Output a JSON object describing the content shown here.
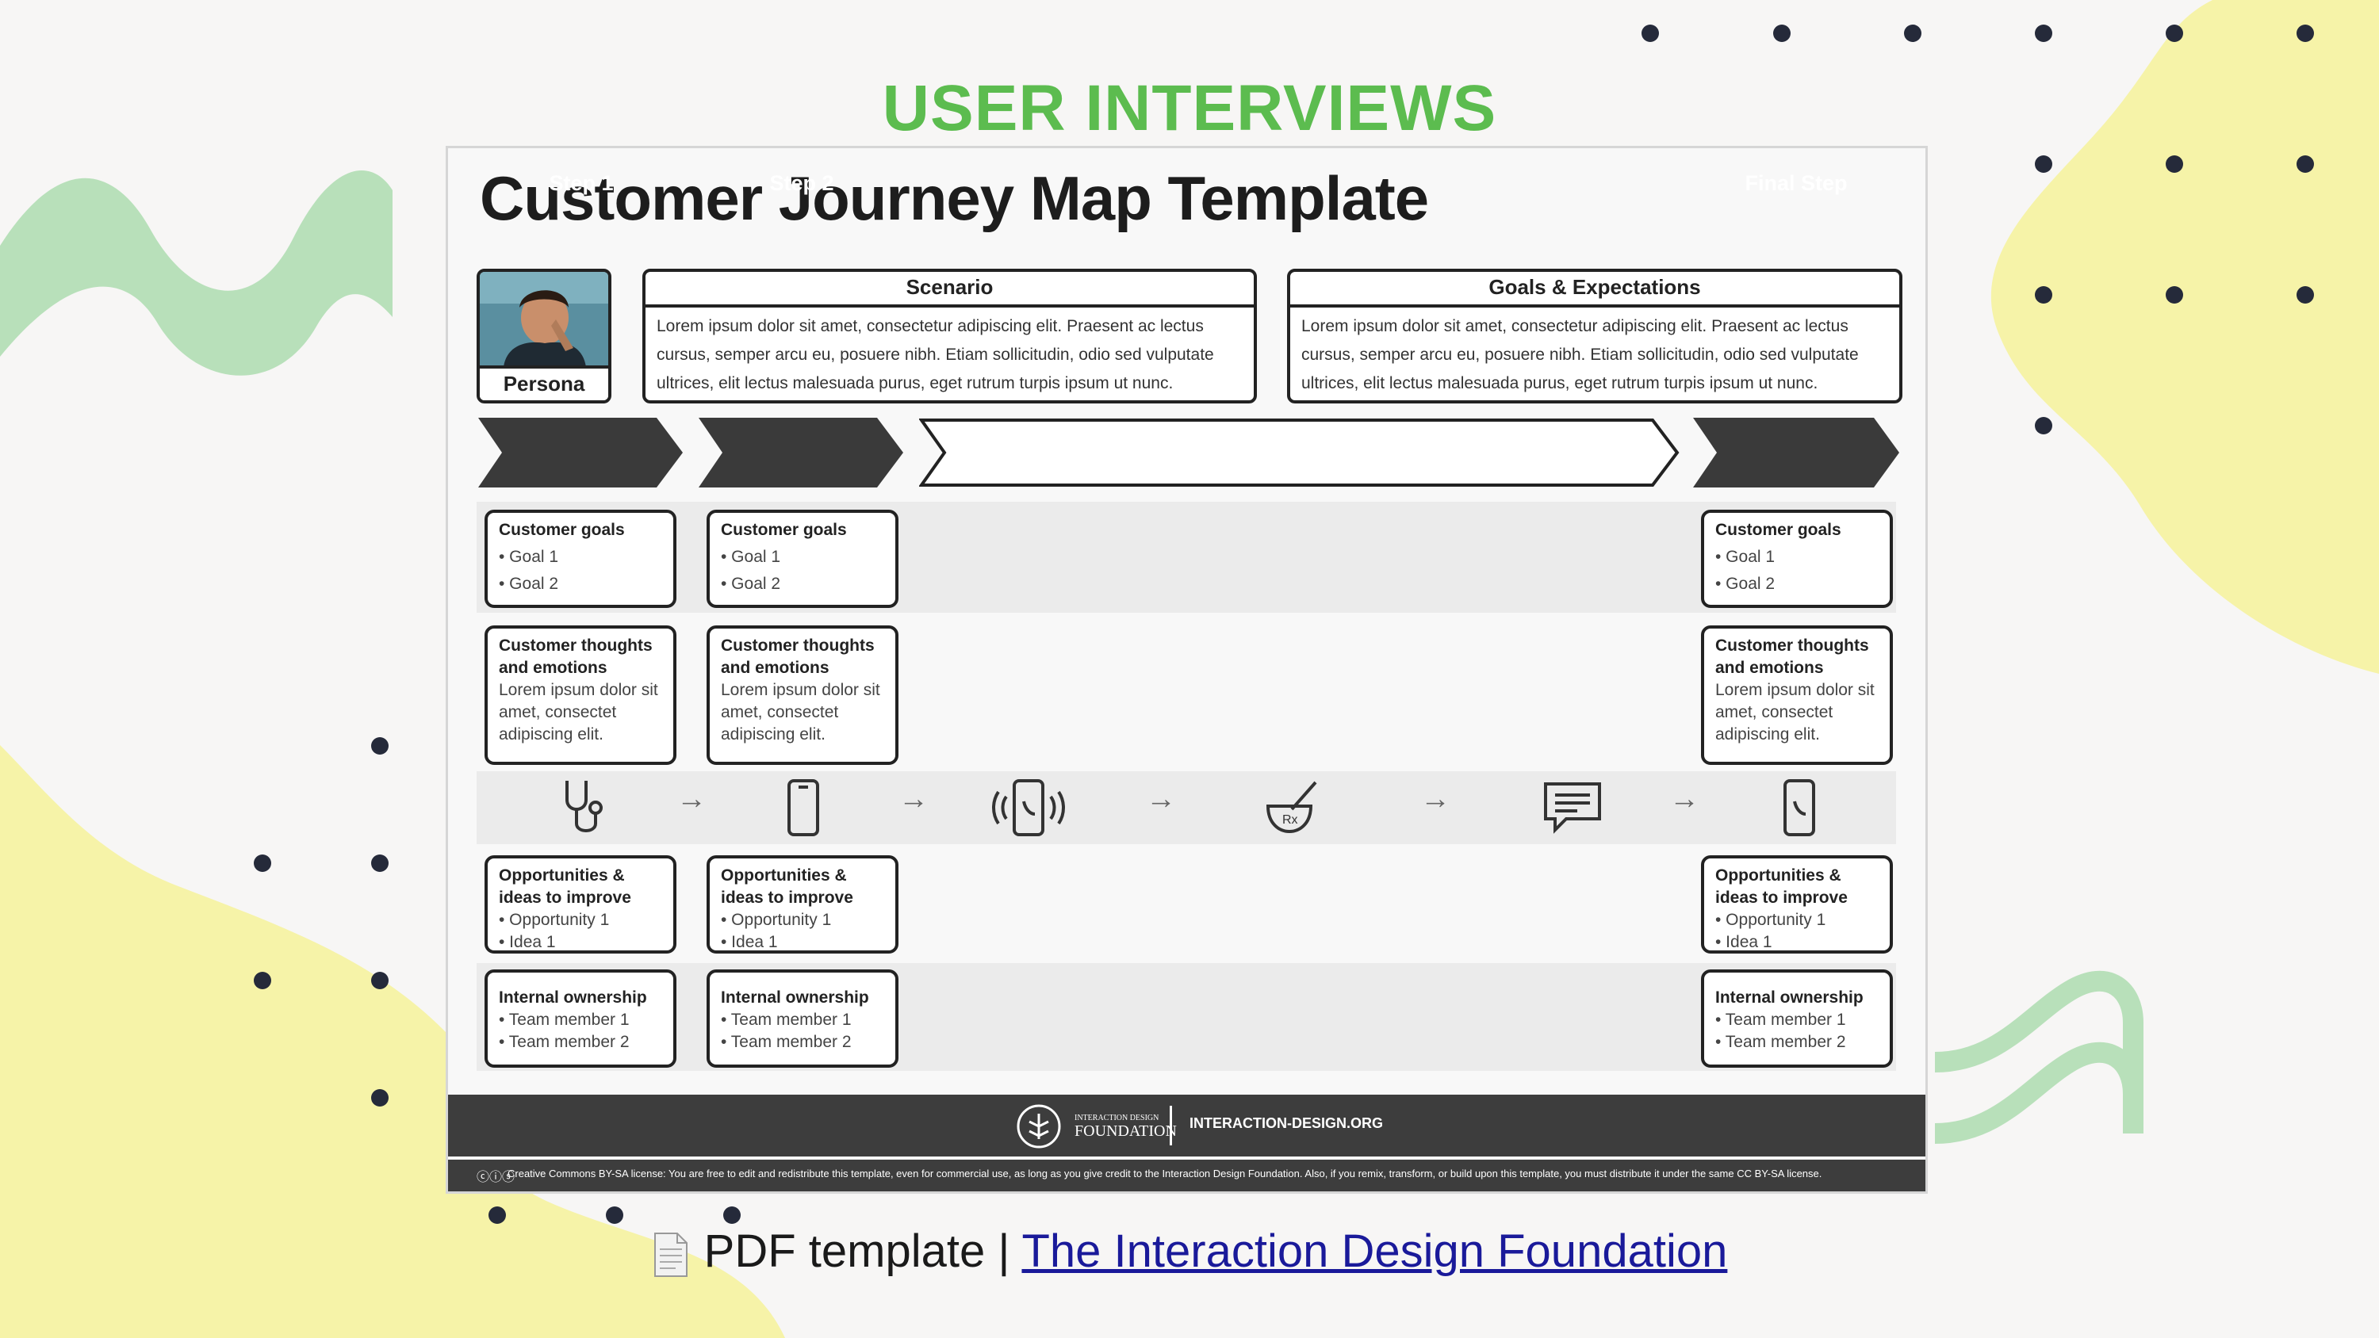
{
  "slide": {
    "title": "USER INTERVIEWS"
  },
  "colors": {
    "title_green": "#5cbc4f",
    "blob_yellow": "#f6f3a8",
    "wave_green": "#b8e0ba",
    "dark_band": "#3d3d3d",
    "link_blue": "#1a1a9a"
  },
  "template": {
    "title": "Customer Journey Map Template",
    "persona_label": "Persona",
    "scenario": {
      "heading": "Scenario",
      "text": "Lorem ipsum dolor sit amet, consectetur adipiscing elit. Praesent ac lectus cursus, semper arcu eu, posuere nibh. Etiam sollicitudin, odio sed vulputate ultrices, elit lectus malesuada purus, eget rutrum turpis ipsum ut nunc."
    },
    "goals": {
      "heading": "Goals & Expectations",
      "text": "Lorem ipsum dolor sit amet, consectetur adipiscing elit. Praesent ac lectus cursus, semper arcu eu, posuere nibh. Etiam sollicitudin, odio sed vulputate ultrices, elit lectus malesuada purus, eget rutrum turpis ipsum ut nunc."
    },
    "steps": [
      "Step 1",
      "Step 2",
      "...",
      "Final Step"
    ],
    "columns": [
      {
        "goals_title": "Customer goals",
        "goal1": "• Goal 1",
        "goal2": "• Goal 2",
        "thoughts_title": "Customer thoughts and emotions",
        "thoughts_text": "Lorem ipsum dolor sit amet, consectet adipiscing elit.",
        "opp_title": "Opportunities & ideas to improve",
        "opp1": "• Opportunity 1",
        "idea1": "• Idea 1",
        "own_title": "Internal ownership",
        "member1": "• Team member 1",
        "member2": "• Team member 2"
      },
      {
        "goals_title": "Customer goals",
        "goal1": "• Goal 1",
        "goal2": "• Goal 2",
        "thoughts_title": "Customer thoughts and emotions",
        "thoughts_text": "Lorem ipsum dolor sit amet, consectet adipiscing elit.",
        "opp_title": "Opportunities & ideas to improve",
        "opp1": "• Opportunity 1",
        "idea1": "• Idea 1",
        "own_title": "Internal ownership",
        "member1": "• Team member 1",
        "member2": "• Team member 2"
      },
      {
        "goals_title": "Customer goals",
        "goal1": "• Goal 1",
        "goal2": "• Goal 2",
        "thoughts_title": "Customer thoughts and emotions",
        "thoughts_text": "Lorem ipsum dolor sit amet, consectet adipiscing elit.",
        "opp_title": "Opportunities & ideas to improve",
        "opp1": "• Opportunity 1",
        "idea1": "• Idea 1",
        "own_title": "Internal ownership",
        "member1": "• Team member 1",
        "member2": "• Team member 2"
      }
    ],
    "touchpoint_icons": [
      "stethoscope-icon",
      "smartphone-icon",
      "ringing-phone-icon",
      "mortar-pestle-icon",
      "chat-message-icon",
      "phone-call-icon"
    ],
    "arrow_glyph": "→",
    "footer": {
      "logo_text_top": "INTERACTION DESIGN",
      "logo_text_bottom": "FOUNDATION",
      "url": "INTERACTION-DESIGN.ORG",
      "license": "Creative Commons BY-SA license: You are free to edit and redistribute this template, even for commercial use, as long as you give credit to the Interaction Design Foundation. Also, if you remix, transform, or build upon this template, you must distribute it under the same CC BY-SA license."
    }
  },
  "caption": {
    "prefix": "PDF template | ",
    "link": "The Interaction Design Foundation"
  }
}
